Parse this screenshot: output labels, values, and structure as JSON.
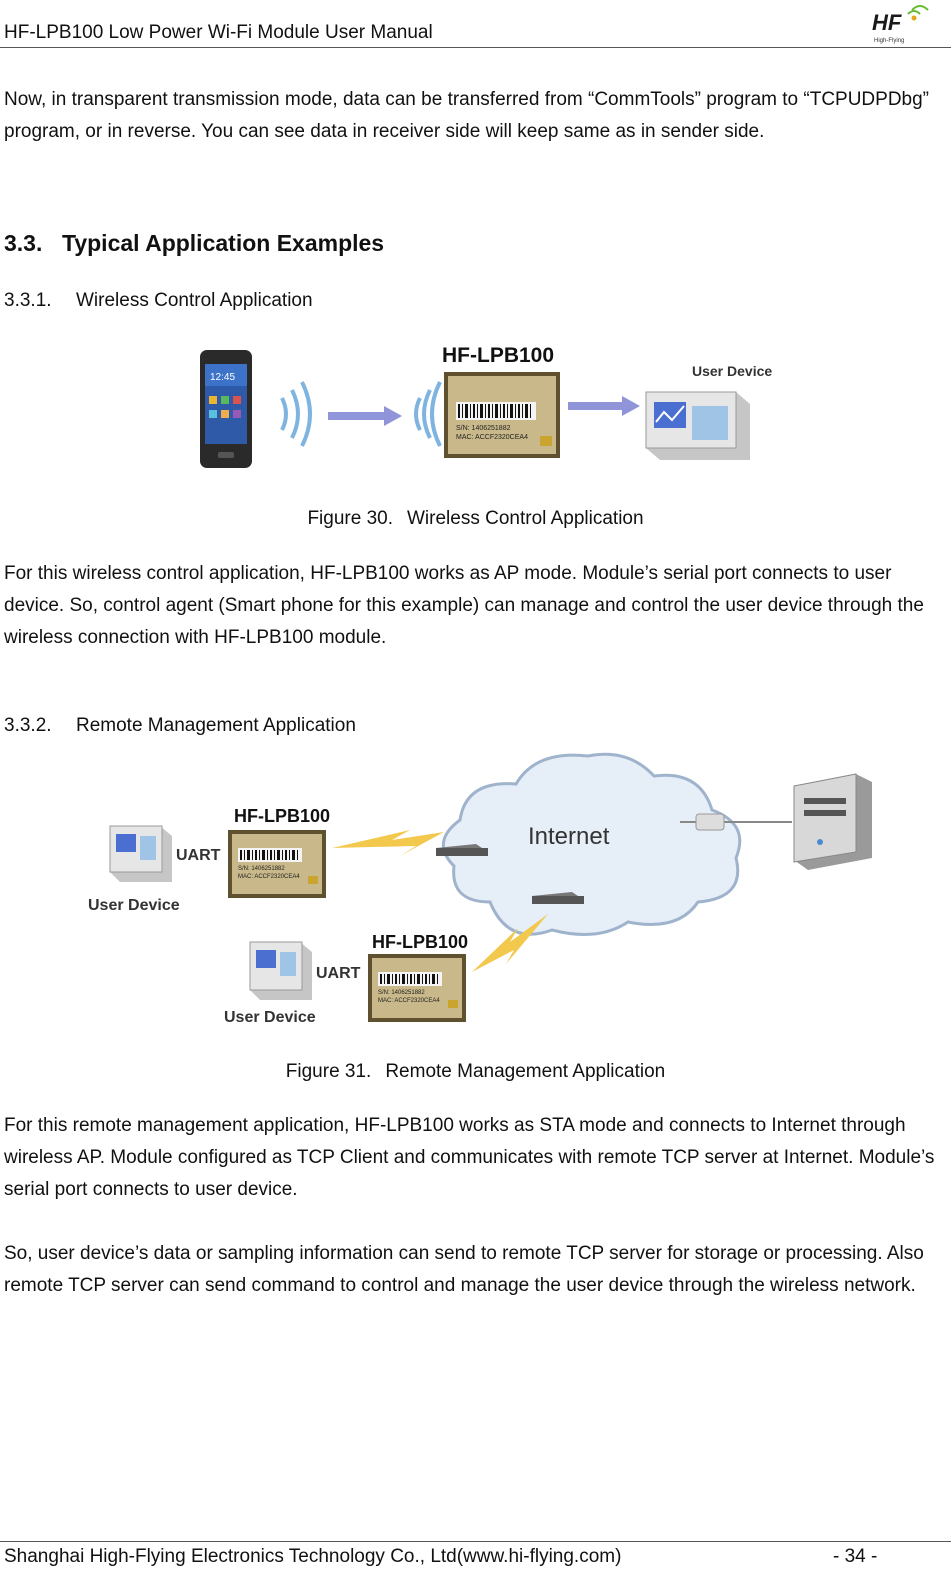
{
  "header": {
    "title": "HF-LPB100 Low Power Wi-Fi Module User Manual",
    "logo_text": "HF",
    "logo_sub": "High-Flying"
  },
  "intro": "Now, in transparent transmission mode, data can be transferred from “CommTools” program to “TCPUDPDbg” program, or in reverse. You can see data in receiver side will keep same as in sender side.",
  "section": {
    "num": "3.3.",
    "title": "Typical Application Examples"
  },
  "sub1": {
    "num": "3.3.1.",
    "title": "Wireless Control Application"
  },
  "fig30": {
    "module_label": "HF-LPB100",
    "device_label": "User Device",
    "chip_sn": "S/N: 1406251882",
    "chip_mac": "MAC: ACCF2320CEA4",
    "phone_time": "12:45",
    "caption_num": "Figure 30.",
    "caption_title": "Wireless Control Application"
  },
  "para1": "For this wireless control application, HF-LPB100 works as AP mode. Module’s serial port connects to user device. So, control agent (Smart phone for this example) can manage and control the user device through the wireless connection with HF-LPB100 module.",
  "sub2": {
    "num": "3.3.2.",
    "title": "Remote Management Application"
  },
  "fig31": {
    "module_label": "HF-LPB100",
    "device_label": "User Device",
    "uart_label": "UART",
    "cloud_label": "Internet",
    "chip_sn": "S/N: 1406251882",
    "chip_mac": "MAC: ACCF2320CEA4",
    "caption_num": "Figure 31.",
    "caption_title": "Remote Management Application"
  },
  "para2": "For this remote management application, HF-LPB100 works as STA mode and connects to Internet through wireless AP. Module configured as TCP Client and communicates with remote TCP server at Internet. Module’s serial port connects to user device.",
  "para3": "So, user device’s data or sampling information can send to remote TCP server for storage or processing. Also remote TCP server can send command to control and manage the user device through the wireless network.",
  "footer": {
    "company": "Shanghai High-Flying Electronics Technology Co., Ltd(www.hi-flying.com)",
    "page": "- 34 -"
  }
}
